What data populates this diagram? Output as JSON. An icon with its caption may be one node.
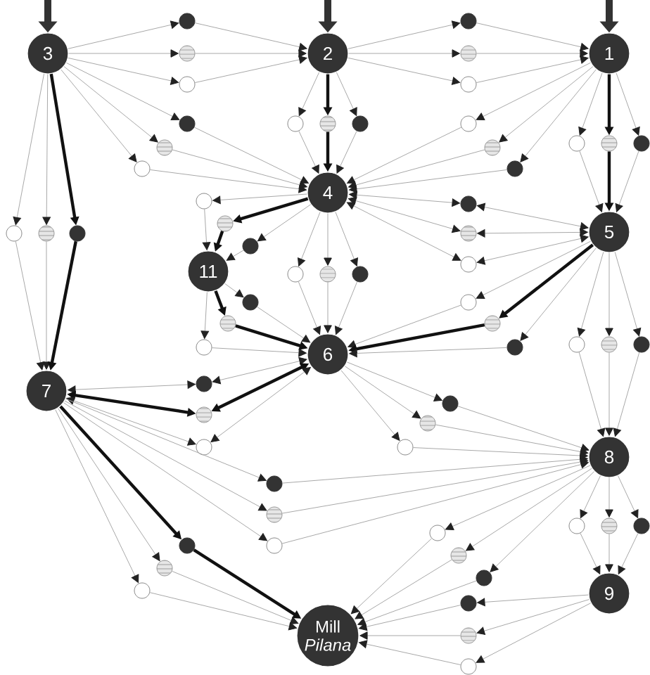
{
  "diagram": {
    "nodes": [
      {
        "text": [
          "3"
        ]
      },
      {
        "text": [
          "2"
        ]
      },
      {
        "text": [
          "1"
        ]
      },
      {
        "text": [
          "4"
        ]
      },
      {
        "text": [
          "5"
        ]
      },
      {
        "text": [
          "11"
        ]
      },
      {
        "text": [
          "6"
        ]
      },
      {
        "text": [
          "7"
        ]
      },
      {
        "text": [
          "8"
        ]
      },
      {
        "text": [
          "9"
        ]
      },
      {
        "text": [
          "Mill",
          "Pilana"
        ]
      },
      {
        "text": [],
        "shape": "circle"
      },
      {
        "text": [],
        "shape": "circle"
      },
      {
        "text": [],
        "shape": "circle"
      },
      {
        "text": [],
        "shape": "circle"
      },
      {
        "text": [],
        "shape": "circle"
      },
      {
        "text": [],
        "shape": "circle"
      },
      {
        "text": [],
        "shape": "circle"
      },
      {
        "text": [],
        "shape": "circle"
      },
      {
        "text": [],
        "shape": "circle"
      },
      {
        "text": [],
        "shape": "circle"
      },
      {
        "text": [],
        "shape": "circle"
      },
      {
        "text": [],
        "shape": "circle"
      },
      {
        "text": [],
        "shape": "circle"
      },
      {
        "text": [],
        "shape": "circle"
      },
      {
        "text": [],
        "shape": "circle"
      },
      {
        "text": [],
        "shape": "circle"
      },
      {
        "text": [],
        "shape": "circle"
      },
      {
        "text": [],
        "shape": "circle"
      },
      {
        "text": [],
        "shape": "circle"
      },
      {
        "text": [],
        "shape": "circle"
      },
      {
        "text": [],
        "shape": "circle"
      },
      {
        "text": [],
        "shape": "circle"
      },
      {
        "text": [],
        "shape": "circle"
      },
      {
        "text": [],
        "shape": "circle"
      },
      {
        "text": [],
        "shape": "circle"
      },
      {
        "text": [],
        "shape": "circle"
      },
      {
        "text": [],
        "shape": "circle"
      },
      {
        "text": [],
        "shape": "circle"
      },
      {
        "text": [],
        "shape": "circle"
      },
      {
        "text": [],
        "shape": "circle"
      },
      {
        "text": [],
        "shape": "circle"
      },
      {
        "text": [],
        "shape": "circle"
      },
      {
        "text": [],
        "shape": "circle"
      },
      {
        "text": [],
        "shape": "circle"
      },
      {
        "text": [],
        "shape": "circle"
      },
      {
        "text": [],
        "shape": "circle"
      },
      {
        "text": [],
        "shape": "circle"
      },
      {
        "text": [],
        "shape": "circle"
      },
      {
        "text": [],
        "shape": "circle"
      },
      {
        "text": [],
        "shape": "circle"
      },
      {
        "text": [],
        "shape": "circle"
      },
      {
        "text": [],
        "shape": "circle"
      },
      {
        "text": [],
        "shape": "circle"
      },
      {
        "text": [],
        "shape": "circle"
      },
      {
        "text": [],
        "shape": "circle"
      },
      {
        "text": [],
        "shape": "circle"
      },
      {
        "text": [],
        "shape": "circle"
      },
      {
        "text": [],
        "shape": "circle"
      },
      {
        "text": [],
        "shape": "circle"
      },
      {
        "text": [],
        "shape": "circle"
      },
      {
        "text": [],
        "shape": "circle"
      },
      {
        "text": [],
        "shape": "circle"
      },
      {
        "text": [],
        "shape": "circle"
      },
      {
        "text": [],
        "shape": "circle"
      },
      {
        "text": [],
        "shape": "circle"
      },
      {
        "text": [],
        "shape": "circle"
      },
      {
        "text": [],
        "shape": "circle"
      },
      {
        "text": [],
        "shape": "circle"
      },
      {
        "text": [],
        "shape": "circle"
      },
      {
        "text": [],
        "shape": "circle"
      }
    ],
    "edges": [
      {
        "from": null,
        "to": 0,
        "arrow": "to",
        "style": "thick",
        "color": "#333333"
      },
      {
        "from": null,
        "to": 1,
        "arrow": "to",
        "style": "thick",
        "color": "#333333"
      },
      {
        "from": null,
        "to": 2,
        "arrow": "to",
        "style": "thick",
        "color": "#333333"
      },
      {
        "from": 0,
        "to": 11,
        "arrow": "to"
      },
      {
        "from": 11,
        "to": 1,
        "arrow": "to"
      },
      {
        "from": 0,
        "to": 12,
        "arrow": "to"
      },
      {
        "from": 12,
        "to": 1,
        "arrow": "to"
      },
      {
        "from": 0,
        "to": 13,
        "arrow": "to"
      },
      {
        "from": 13,
        "to": 1,
        "arrow": "to"
      },
      {
        "from": 1,
        "to": 14,
        "arrow": "to"
      },
      {
        "from": 14,
        "to": 2,
        "arrow": "to"
      },
      {
        "from": 1,
        "to": 15,
        "arrow": "to"
      },
      {
        "from": 15,
        "to": 2,
        "arrow": "to"
      },
      {
        "from": 1,
        "to": 16,
        "arrow": "to"
      },
      {
        "from": 16,
        "to": 2,
        "arrow": "to"
      },
      {
        "from": 0,
        "to": 17,
        "arrow": "to"
      },
      {
        "from": 17,
        "to": 3,
        "arrow": "to"
      },
      {
        "from": 0,
        "to": 18,
        "arrow": "to"
      },
      {
        "from": 18,
        "to": 3,
        "arrow": "to"
      },
      {
        "from": 0,
        "to": 19,
        "arrow": "to"
      },
      {
        "from": 19,
        "to": 3,
        "arrow": "to"
      },
      {
        "from": 1,
        "to": 20,
        "arrow": "to"
      },
      {
        "from": 20,
        "to": 3,
        "arrow": "to"
      },
      {
        "from": 1,
        "to": 21,
        "arrow": "to",
        "style": "thick",
        "color": "#111111"
      },
      {
        "from": 21,
        "to": 3,
        "arrow": "to",
        "style": "thick",
        "color": "#111111"
      },
      {
        "from": 1,
        "to": 22,
        "arrow": "to"
      },
      {
        "from": 22,
        "to": 3,
        "arrow": "to"
      },
      {
        "from": 2,
        "to": 23,
        "arrow": "to"
      },
      {
        "from": 23,
        "to": 3,
        "arrow": "to"
      },
      {
        "from": 2,
        "to": 24,
        "arrow": "to"
      },
      {
        "from": 24,
        "to": 3,
        "arrow": "to"
      },
      {
        "from": 2,
        "to": 25,
        "arrow": "to"
      },
      {
        "from": 25,
        "to": 3,
        "arrow": "to"
      },
      {
        "from": 2,
        "to": 26,
        "arrow": "to"
      },
      {
        "from": 26,
        "to": 4,
        "arrow": "to"
      },
      {
        "from": 2,
        "to": 27,
        "arrow": "to",
        "style": "thick",
        "color": "#111111"
      },
      {
        "from": 27,
        "to": 4,
        "arrow": "to",
        "style": "thick",
        "color": "#111111"
      },
      {
        "from": 2,
        "to": 28,
        "arrow": "to"
      },
      {
        "from": 28,
        "to": 4,
        "arrow": "to"
      },
      {
        "from": 0,
        "to": 29,
        "arrow": "to"
      },
      {
        "from": 29,
        "to": 7,
        "arrow": "to"
      },
      {
        "from": 0,
        "to": 30,
        "arrow": "to"
      },
      {
        "from": 30,
        "to": 7,
        "arrow": "to"
      },
      {
        "from": 0,
        "to": 31,
        "arrow": "to",
        "style": "thick",
        "color": "#111111"
      },
      {
        "from": 31,
        "to": 7,
        "arrow": "to",
        "style": "thick",
        "color": "#111111"
      },
      {
        "from": 3,
        "to": 32,
        "arrow": "both"
      },
      {
        "from": 32,
        "to": 4,
        "arrow": "both"
      },
      {
        "from": 3,
        "to": 33,
        "arrow": "both"
      },
      {
        "from": 33,
        "to": 4,
        "arrow": "both"
      },
      {
        "from": 3,
        "to": 34,
        "arrow": "both"
      },
      {
        "from": 34,
        "to": 4,
        "arrow": "both"
      },
      {
        "from": 3,
        "to": 35,
        "arrow": "to"
      },
      {
        "from": 35,
        "to": 5,
        "arrow": "to"
      },
      {
        "from": 3,
        "to": 36,
        "arrow": "to",
        "style": "thick",
        "color": "#111111"
      },
      {
        "from": 36,
        "to": 5,
        "arrow": "to",
        "style": "thick",
        "color": "#111111"
      },
      {
        "from": 3,
        "to": 37,
        "arrow": "to"
      },
      {
        "from": 37,
        "to": 5,
        "arrow": "to"
      },
      {
        "from": 3,
        "to": 38,
        "arrow": "to"
      },
      {
        "from": 38,
        "to": 6,
        "arrow": "to"
      },
      {
        "from": 3,
        "to": 39,
        "arrow": "to"
      },
      {
        "from": 39,
        "to": 6,
        "arrow": "to"
      },
      {
        "from": 3,
        "to": 40,
        "arrow": "to"
      },
      {
        "from": 40,
        "to": 6,
        "arrow": "to"
      },
      {
        "from": 5,
        "to": 41,
        "arrow": "to"
      },
      {
        "from": 41,
        "to": 6,
        "arrow": "to"
      },
      {
        "from": 5,
        "to": 42,
        "arrow": "to",
        "style": "thick",
        "color": "#111111"
      },
      {
        "from": 42,
        "to": 6,
        "arrow": "to",
        "style": "thick",
        "color": "#111111"
      },
      {
        "from": 5,
        "to": 43,
        "arrow": "to"
      },
      {
        "from": 43,
        "to": 6,
        "arrow": "to"
      },
      {
        "from": 4,
        "to": 44,
        "arrow": "to"
      },
      {
        "from": 44,
        "to": 6,
        "arrow": "to"
      },
      {
        "from": 4,
        "to": 45,
        "arrow": "to",
        "style": "thick",
        "color": "#111111"
      },
      {
        "from": 45,
        "to": 6,
        "arrow": "to",
        "style": "thick",
        "color": "#111111"
      },
      {
        "from": 4,
        "to": 46,
        "arrow": "to"
      },
      {
        "from": 46,
        "to": 6,
        "arrow": "to"
      },
      {
        "from": 4,
        "to": 47,
        "arrow": "to"
      },
      {
        "from": 47,
        "to": 8,
        "arrow": "to"
      },
      {
        "from": 4,
        "to": 48,
        "arrow": "to"
      },
      {
        "from": 48,
        "to": 8,
        "arrow": "to"
      },
      {
        "from": 4,
        "to": 49,
        "arrow": "to"
      },
      {
        "from": 49,
        "to": 8,
        "arrow": "to"
      },
      {
        "from": 6,
        "to": 50,
        "arrow": "both"
      },
      {
        "from": 50,
        "to": 7,
        "arrow": "both"
      },
      {
        "from": 6,
        "to": 51,
        "arrow": "both",
        "style": "thick",
        "color": "#111111"
      },
      {
        "from": 51,
        "to": 7,
        "arrow": "both",
        "style": "thick",
        "color": "#111111"
      },
      {
        "from": 6,
        "to": 52,
        "arrow": "both"
      },
      {
        "from": 52,
        "to": 7,
        "arrow": "both"
      },
      {
        "from": 6,
        "to": 53,
        "arrow": "to"
      },
      {
        "from": 53,
        "to": 8,
        "arrow": "to"
      },
      {
        "from": 6,
        "to": 54,
        "arrow": "to"
      },
      {
        "from": 54,
        "to": 8,
        "arrow": "to"
      },
      {
        "from": 6,
        "to": 55,
        "arrow": "to"
      },
      {
        "from": 55,
        "to": 8,
        "arrow": "to"
      },
      {
        "from": 7,
        "to": 56,
        "arrow": "to"
      },
      {
        "from": 56,
        "to": 8,
        "arrow": "to"
      },
      {
        "from": 7,
        "to": 57,
        "arrow": "to"
      },
      {
        "from": 57,
        "to": 8,
        "arrow": "to"
      },
      {
        "from": 7,
        "to": 58,
        "arrow": "to"
      },
      {
        "from": 58,
        "to": 8,
        "arrow": "to"
      },
      {
        "from": 7,
        "to": 59,
        "arrow": "to",
        "style": "thick",
        "color": "#111111"
      },
      {
        "from": 59,
        "to": 10,
        "arrow": "to",
        "style": "thick",
        "color": "#111111"
      },
      {
        "from": 7,
        "to": 60,
        "arrow": "to"
      },
      {
        "from": 60,
        "to": 10,
        "arrow": "to"
      },
      {
        "from": 7,
        "to": 61,
        "arrow": "to"
      },
      {
        "from": 61,
        "to": 10,
        "arrow": "to"
      },
      {
        "from": 8,
        "to": 62,
        "arrow": "to"
      },
      {
        "from": 62,
        "to": 10,
        "arrow": "to"
      },
      {
        "from": 8,
        "to": 63,
        "arrow": "to"
      },
      {
        "from": 63,
        "to": 10,
        "arrow": "to"
      },
      {
        "from": 8,
        "to": 64,
        "arrow": "to"
      },
      {
        "from": 64,
        "to": 10,
        "arrow": "to"
      },
      {
        "from": 8,
        "to": 65,
        "arrow": "to"
      },
      {
        "from": 65,
        "to": 9,
        "arrow": "to"
      },
      {
        "from": 8,
        "to": 66,
        "arrow": "to"
      },
      {
        "from": 66,
        "to": 9,
        "arrow": "to"
      },
      {
        "from": 8,
        "to": 67,
        "arrow": "to"
      },
      {
        "from": 67,
        "to": 9,
        "arrow": "to"
      },
      {
        "from": 9,
        "to": 68,
        "arrow": "to"
      },
      {
        "from": 68,
        "to": 10,
        "arrow": "to"
      },
      {
        "from": 9,
        "to": 69,
        "arrow": "to"
      },
      {
        "from": 69,
        "to": 10,
        "arrow": "to"
      },
      {
        "from": 9,
        "to": 70,
        "arrow": "to"
      },
      {
        "from": 70,
        "to": 10,
        "arrow": "to"
      }
    ]
  }
}
